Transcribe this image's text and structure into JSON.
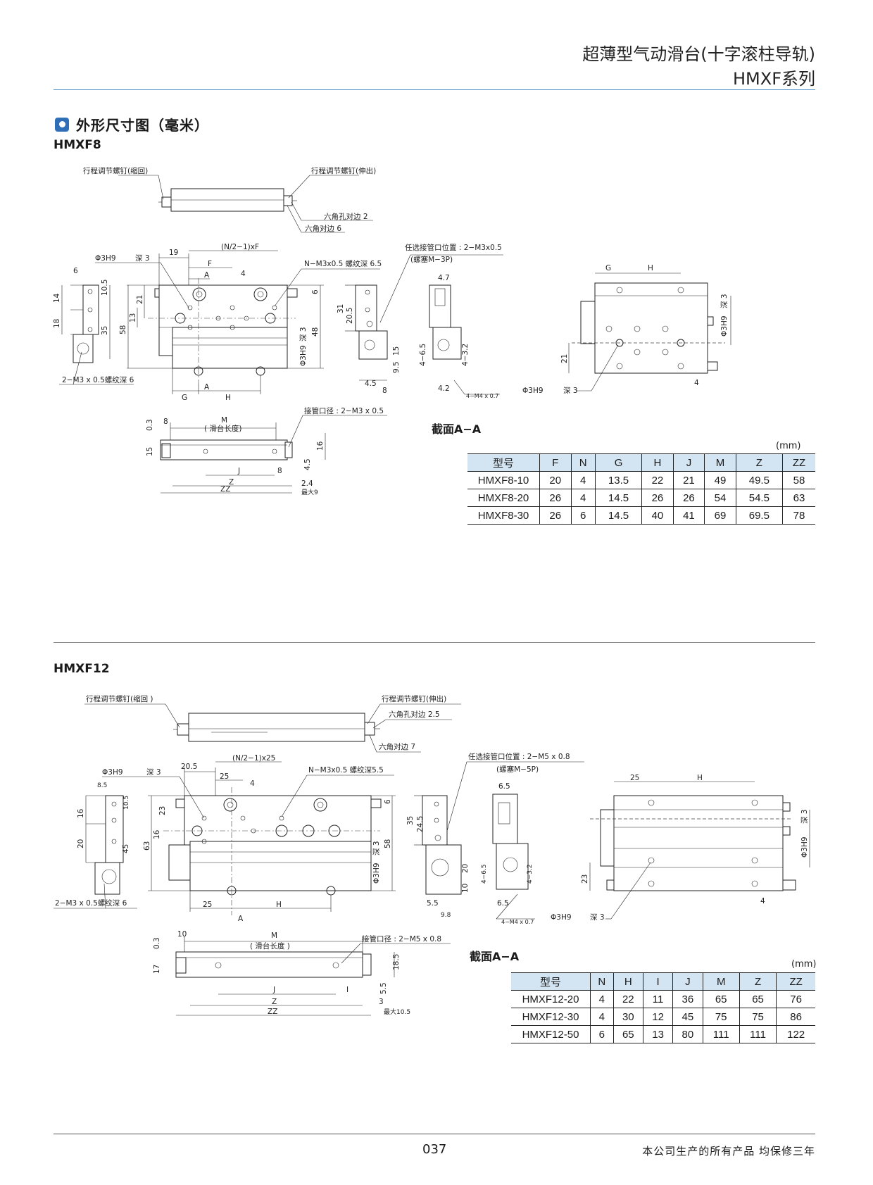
{
  "header": {
    "title": "超薄型气动滑台(十字滚柱导轨)",
    "series": "HMXF系列"
  },
  "section": {
    "title": "外形尺寸图（毫米）"
  },
  "hmxf8": {
    "name": "HMXF8",
    "labels": {
      "stroke_retract": "行程调节螺钉(缩回)",
      "stroke_extend": "行程调节螺钉(伸出)",
      "hex_hole": "六角孔对边 2",
      "hex_flat": "六角对边 6",
      "pin_hole": "Φ3H9",
      "pin_depth": "深 3",
      "thread": "N−M3x0.5 螺纹深 6.5",
      "port_optional": "任选接管口位置 : 2−M3x0.5",
      "plug": "(螺塞M−3P)",
      "mount_thread": "2−M3 x 0.5螺纹深 6",
      "port": "接管口径 : 2−M3 x 0.5",
      "slide_len": "( 滑台长度)",
      "pin_hole2": "Φ3H9",
      "m4": "4−M4 x 0.7",
      "max": "最大9"
    },
    "dims": {
      "d19": "19",
      "nf": "(N/2−1)xF",
      "F": "F",
      "A": "A",
      "d4": "4",
      "d6": "6",
      "d14": "14",
      "d18": "18",
      "d10_5": "10.5",
      "d21": "21",
      "d13": "13",
      "d35": "35",
      "d58": "58",
      "d48": "48",
      "d6b": "6",
      "G": "G",
      "H": "H",
      "d31": "31",
      "d20_5": "20.5",
      "d15": "15",
      "d9_5": "9.5",
      "d4_5": "4.5",
      "d8": "8",
      "d4_7": "4.7",
      "d6_5": "4−6.5",
      "d3_2": "4−3.2",
      "d4_2": "4.2",
      "d21b": "21",
      "d4b": "4",
      "M": "M",
      "d0_3": "0.3",
      "d15b": "15",
      "d8b": "8",
      "J": "J",
      "d8c": "8",
      "Z": "Z",
      "ZZ": "ZZ",
      "d16": "16",
      "d4_5b": "4.5",
      "d2_4": "2.4"
    },
    "caption": "截面A−A",
    "unit": "(mm)",
    "table": {
      "headers": [
        "型号",
        "F",
        "N",
        "G",
        "H",
        "J",
        "M",
        "Z",
        "ZZ"
      ],
      "rows": [
        [
          "HMXF8-10",
          "20",
          "4",
          "13.5",
          "22",
          "21",
          "49",
          "49.5",
          "58"
        ],
        [
          "HMXF8-20",
          "26",
          "4",
          "14.5",
          "26",
          "26",
          "54",
          "54.5",
          "63"
        ],
        [
          "HMXF8-30",
          "26",
          "6",
          "14.5",
          "40",
          "41",
          "69",
          "69.5",
          "78"
        ]
      ]
    }
  },
  "hmxf12": {
    "name": "HMXF12",
    "labels": {
      "stroke_retract": "行程调节螺钉(缩回 )",
      "stroke_extend": "行程调节螺钉(伸出)",
      "hex_hole": "六角孔对边 2.5",
      "hex_flat": "六角对边 7",
      "pin_hole": "Φ3H9",
      "pin_depth": "深 3",
      "thread": "N−M3x0.5 螺纹深5.5",
      "port_optional": "任选接管口位置 : 2−M5 x 0.8",
      "plug": "(螺塞M−5P)",
      "mount_thread": "2−M3 x 0.5螺纹深 6",
      "port": "接管口径 : 2−M5 x 0.8",
      "slide_len": "( 滑台长度 )",
      "pin_hole2": "Φ3H9",
      "m4": "4−M4 x 0.7",
      "max": "最大10.5"
    },
    "dims": {
      "d20_5": "20.5",
      "nx": "(N/2−1)x25",
      "d25": "25",
      "d4": "4",
      "d8_5": "8.5",
      "d16": "16",
      "d20": "20",
      "d10_5": "10.5",
      "d45": "45",
      "d23": "23",
      "d16b": "16",
      "d63": "63",
      "d6": "6",
      "d58": "58",
      "d25b": "25",
      "H": "H",
      "A": "A",
      "d35": "35",
      "d24_5": "24.5",
      "d20b": "20",
      "d10": "10",
      "d5_5": "5.5",
      "d9_8": "9.8",
      "d6_5": "6.5",
      "d6_5b": "4−6.5",
      "d3_2": "4−3.2",
      "d6_5c": "6.5",
      "d25c": "25",
      "Hb": "H",
      "d23b": "23",
      "d4b": "4",
      "d10b": "10",
      "M": "M",
      "d0_3": "0.3",
      "d17": "17",
      "d18_5": "18.5",
      "J": "J",
      "I": "I",
      "d5_5b": "5.5",
      "Z": "Z",
      "d3": "3",
      "ZZ": "ZZ"
    },
    "caption": "截面A−A",
    "unit": "(mm)",
    "table": {
      "headers": [
        "型号",
        "N",
        "H",
        "I",
        "J",
        "M",
        "Z",
        "ZZ"
      ],
      "rows": [
        [
          "HMXF12-20",
          "4",
          "22",
          "11",
          "36",
          "65",
          "65",
          "76"
        ],
        [
          "HMXF12-30",
          "4",
          "30",
          "12",
          "45",
          "75",
          "75",
          "86"
        ],
        [
          "HMXF12-50",
          "6",
          "65",
          "13",
          "80",
          "111",
          "111",
          "122"
        ]
      ]
    }
  },
  "footer": {
    "page": "037",
    "note": "本公司生产的所有产品 均保修三年"
  },
  "colors": {
    "accent": "#2e6fb7",
    "table_header": "#d3e4f3",
    "rule": "#4a8cc7"
  }
}
